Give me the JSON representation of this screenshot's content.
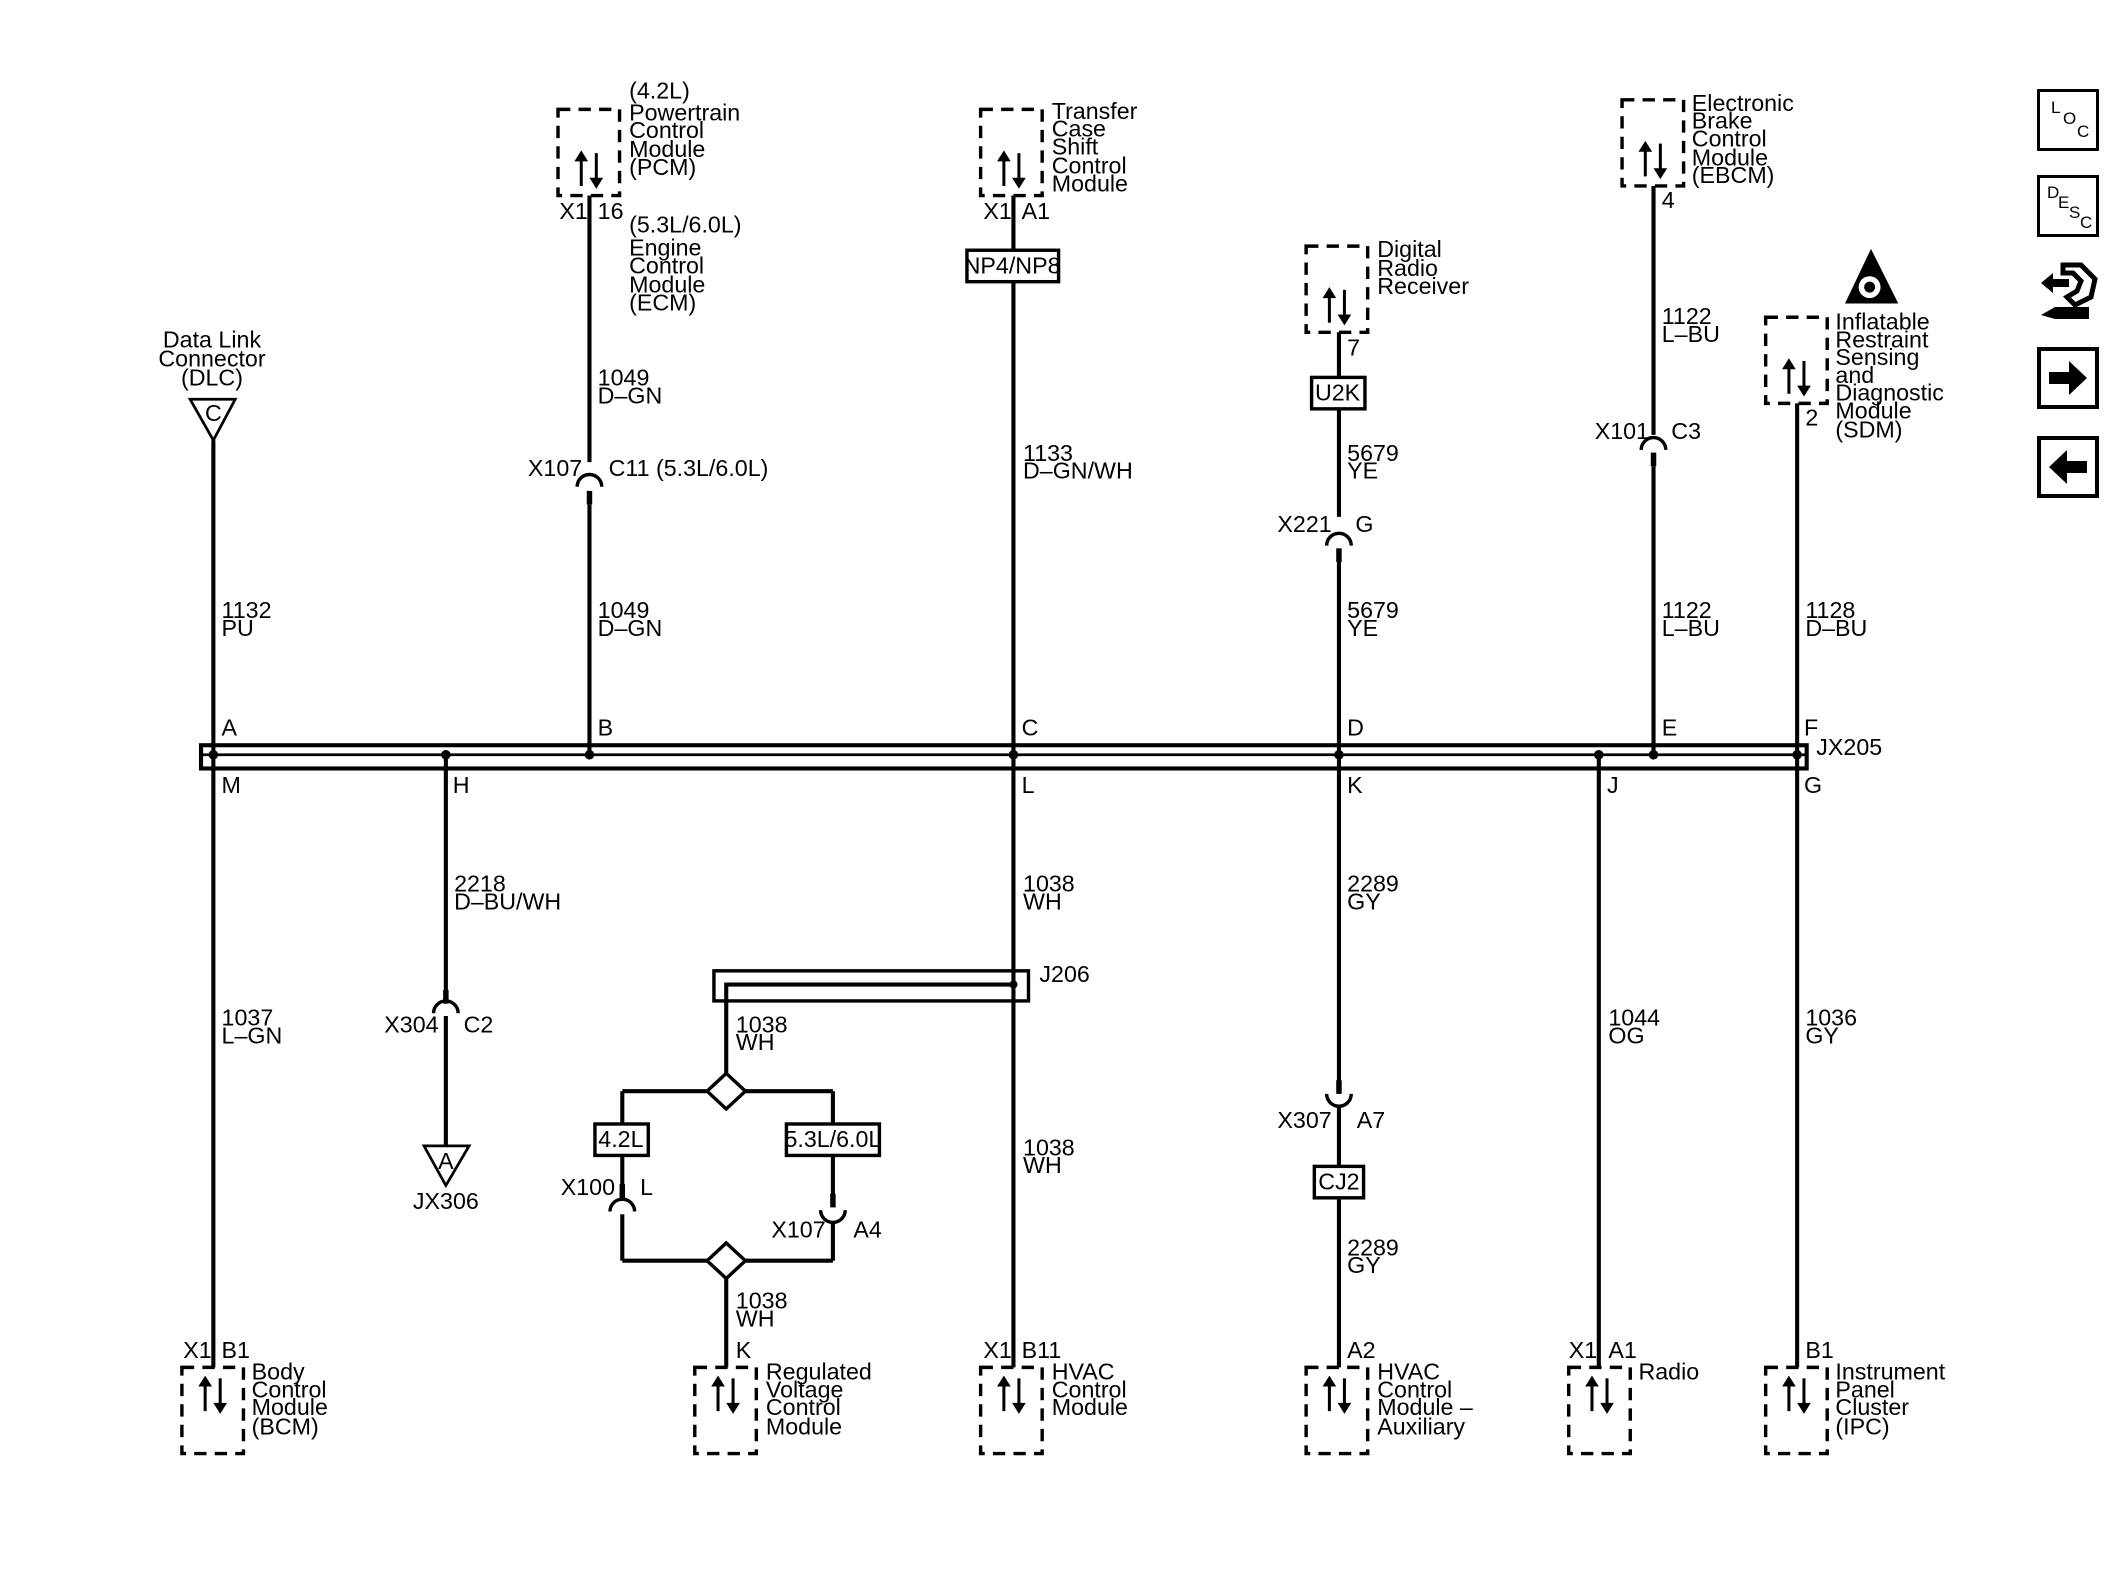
{
  "nav": {
    "loc": [
      "L",
      "O",
      "C"
    ],
    "desc": [
      "D",
      "E",
      "S",
      "C"
    ]
  },
  "bus": {
    "connector": "JX205",
    "top_pins": [
      "A",
      "B",
      "C",
      "D",
      "E",
      "F"
    ],
    "bottom_pins": [
      "M",
      "H",
      "L",
      "K",
      "J",
      "G"
    ]
  },
  "dlc": {
    "label": [
      "Data Link",
      "Connector",
      "(DLC)"
    ],
    "letter": "C",
    "wire": [
      "1132",
      "PU"
    ]
  },
  "pcm": {
    "label": [
      "(4.2L)",
      "Powertrain",
      "Control",
      "Module",
      "(PCM)"
    ],
    "conn": "X1",
    "pin": "16",
    "alt_label": [
      "(5.3L/6.0L)",
      "Engine",
      "Control",
      "Module",
      "(ECM)"
    ],
    "wire_upper": [
      "1049",
      "D–GN"
    ],
    "inline_conn": "X107",
    "inline_pin": "C11 (5.3L/6.0L)",
    "wire_lower": [
      "1049",
      "D–GN"
    ]
  },
  "tcscm": {
    "label": [
      "Transfer",
      "Case",
      "Shift",
      "Control",
      "Module"
    ],
    "conn": "X1",
    "pin": "A1",
    "option": "NP4/NP8",
    "wire": [
      "1133",
      "D–GN/WH"
    ]
  },
  "drr": {
    "label": [
      "Digital",
      "Radio",
      "Receiver"
    ],
    "pin": "7",
    "option": "U2K",
    "wire_upper": [
      "5679",
      "YE"
    ],
    "inline_conn": "X221",
    "inline_pin": "G",
    "wire_lower": [
      "5679",
      "YE"
    ]
  },
  "ebcm": {
    "label": [
      "Electronic",
      "Brake",
      "Control",
      "Module",
      "(EBCM)"
    ],
    "pin": "4",
    "wire_upper": [
      "1122",
      "L–BU"
    ],
    "inline_conn": "X101",
    "inline_pin": "C3",
    "wire_lower": [
      "1122",
      "L–BU"
    ]
  },
  "sdm": {
    "label": [
      "Inflatable",
      "Restraint",
      "Sensing",
      "and",
      "Diagnostic",
      "Module",
      "(SDM)"
    ],
    "pin": "2",
    "wire": [
      "1128",
      "D–BU"
    ]
  },
  "bcm": {
    "wire": [
      "1037",
      "L–GN"
    ],
    "conn": "X1",
    "pin": "B1",
    "label": [
      "Body",
      "Control",
      "Module",
      "(BCM)"
    ]
  },
  "jx306": {
    "wire": [
      "2218",
      "D–BU/WH"
    ],
    "inline_conn": "X304",
    "inline_pin": "C2",
    "letter": "A",
    "label": "JX306"
  },
  "rvc": {
    "splice": "J206",
    "wire_top": [
      "1038",
      "WH"
    ],
    "opt_left": "4.2L",
    "opt_right": "5.3L/6.0L",
    "left_conn": "X100",
    "left_pin": "L",
    "right_conn": "X107",
    "right_pin": "A4",
    "wire_bottom": [
      "1038",
      "WH"
    ],
    "pin": "K",
    "label": [
      "Regulated",
      "Voltage",
      "Control",
      "Module"
    ]
  },
  "hvac": {
    "wire_upper": [
      "1038",
      "WH"
    ],
    "wire_lower": [
      "1038",
      "WH"
    ],
    "conn": "X1",
    "pin": "B11",
    "label": [
      "HVAC",
      "Control",
      "Module"
    ]
  },
  "hvac_aux": {
    "wire_upper": [
      "2289",
      "GY"
    ],
    "inline_conn": "X307",
    "inline_pin": "A7",
    "option": "CJ2",
    "wire_lower": [
      "2289",
      "GY"
    ],
    "pin": "A2",
    "label": [
      "HVAC",
      "Control",
      "Module –",
      "Auxiliary"
    ]
  },
  "radio": {
    "wire": [
      "1044",
      "OG"
    ],
    "conn": "X1",
    "pin": "A1",
    "label": [
      "Radio"
    ]
  },
  "ipc": {
    "wire": [
      "1036",
      "GY"
    ],
    "pin": "B1",
    "label": [
      "Instrument",
      "Panel",
      "Cluster",
      "(IPC)"
    ]
  },
  "colors": {
    "line": "#000000",
    "background": "#ffffff"
  }
}
